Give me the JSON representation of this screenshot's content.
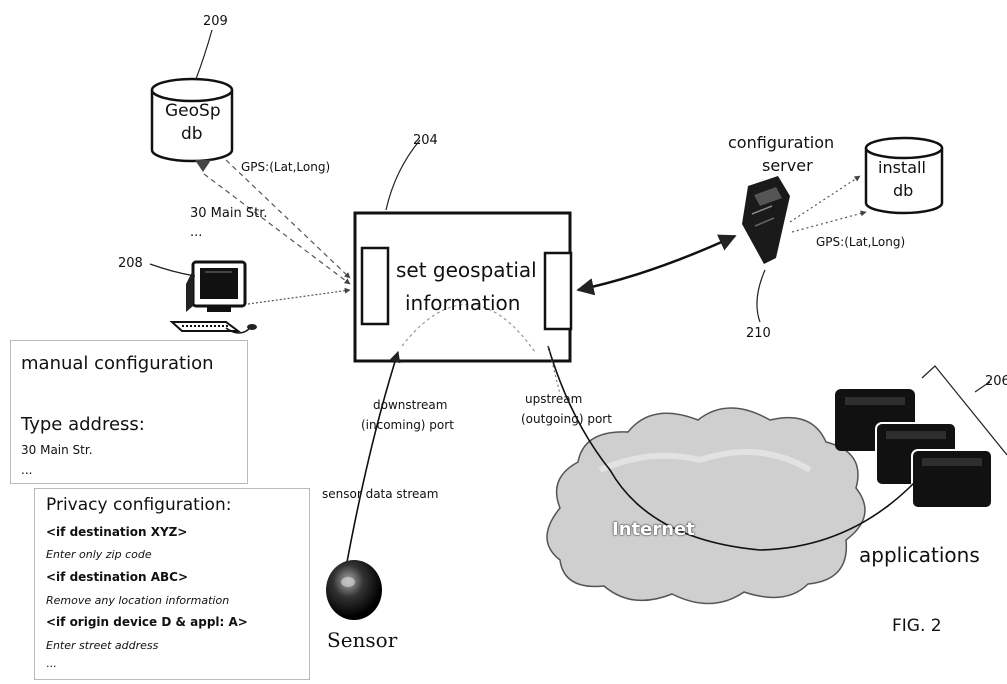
{
  "refs": {
    "geosp_db": "209",
    "box": "204",
    "computer": "208",
    "config_server": "210",
    "applications": "206"
  },
  "geosp_db": {
    "line1": "GeoSp",
    "line2": "db"
  },
  "install_db": {
    "line1": "install",
    "line2": "db"
  },
  "gps_label_left": "GPS:(Lat,Long)",
  "gps_label_right": "GPS:(Lat,Long)",
  "addr_label": "30 Main Str.",
  "addr_ellipsis": "...",
  "config_server": {
    "line1": "configuration",
    "line2": "server"
  },
  "main_box": {
    "line1": "set geospatial",
    "line2": "information"
  },
  "downstream": {
    "line1": "downstream",
    "line2": "(incoming) port"
  },
  "upstream": {
    "line1": "upstream",
    "line2": "(outgoing) port"
  },
  "sensor_stream": "sensor data stream",
  "sensor": "Sensor",
  "internet": "Internet",
  "applications": "applications",
  "fig": "FIG. 2",
  "manual": {
    "title": "manual configuration",
    "type_address": "Type address:",
    "address": "30 Main Str.",
    "more": "..."
  },
  "privacy": {
    "title": "Privacy configuration:",
    "rules": [
      {
        "cond": "<if destination XYZ>",
        "action": "Enter only zip code"
      },
      {
        "cond": "<if destination ABC>",
        "action": "Remove any location information"
      },
      {
        "cond": "<if origin device D & appl: A>",
        "action": "Enter street address"
      }
    ],
    "more": "..."
  }
}
